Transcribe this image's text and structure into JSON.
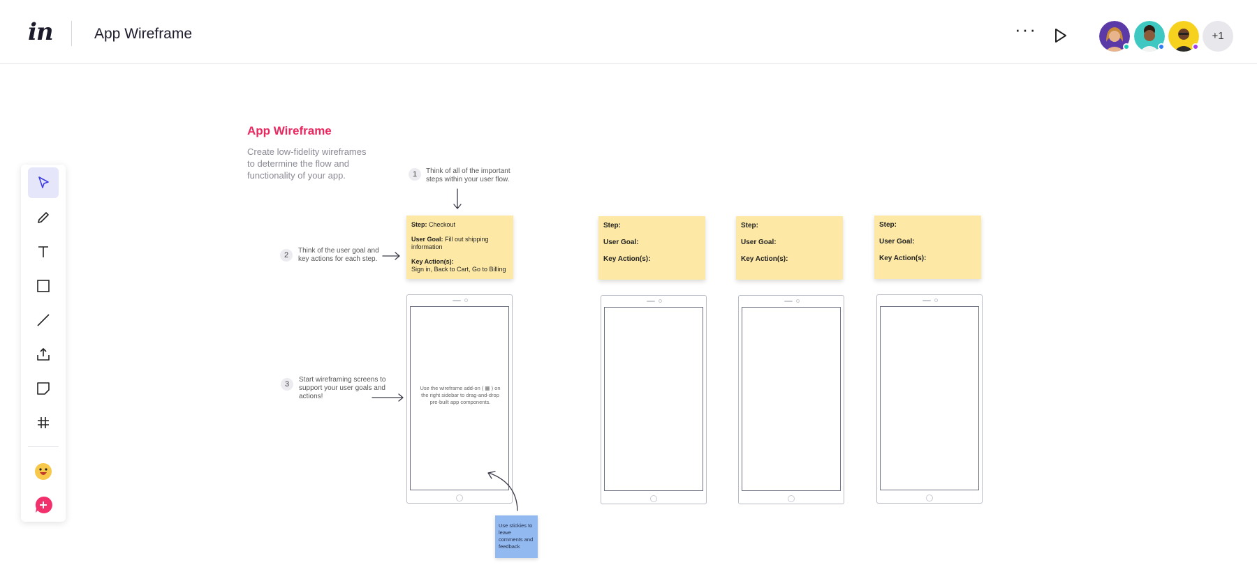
{
  "header": {
    "logo_text": "in",
    "title": "App Wireframe",
    "more_label": "···",
    "extra_collaborators": "+1",
    "avatar_status_colors": [
      "#19c7b8",
      "#2d7cf6",
      "#a23bf0"
    ]
  },
  "toolbar": {
    "tools": [
      "select-icon",
      "pencil-icon",
      "text-icon",
      "rectangle-icon",
      "line-icon",
      "upload-icon",
      "sticky-note-icon",
      "grid-icon",
      "emoji-icon",
      "add-icon"
    ]
  },
  "canvas": {
    "title": "App Wireframe",
    "description": "Create low-fidelity wireframes to determine the flow and functionality of your app.",
    "steps": [
      {
        "num": "1",
        "text": "Think of all of the important steps within your user flow."
      },
      {
        "num": "2",
        "text": "Think of the user goal and key actions for each step."
      },
      {
        "num": "3",
        "text": "Start wireframing screens to support your user goals and actions!"
      }
    ],
    "sticky_filled": {
      "step_label": "Step:",
      "step_value": "Checkout",
      "goal_label": "User Goal:",
      "goal_value": "Fill out shipping information",
      "actions_label": "Key Action(s):",
      "actions_value": "Sign in, Back to Cart, Go to Billing"
    },
    "sticky_template": {
      "step_label": "Step:",
      "goal_label": "User Goal:",
      "actions_label": "Key Action(s):"
    },
    "phone_hint": "Use the wireframe add-on ( ▦ ) on the right sidebar to drag-and-drop pre-built app components.",
    "blue_sticky": "Use stickies to leave comments and feedback",
    "colors": {
      "accent": "#e8285f",
      "sticky_yellow": "#fde9a5",
      "sticky_blue": "#93b9f1"
    }
  }
}
